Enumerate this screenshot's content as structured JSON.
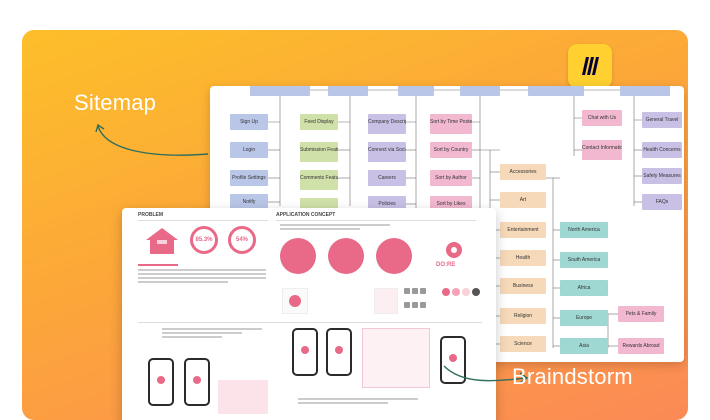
{
  "labels": {
    "sitemap": "Sitemap",
    "braindstorm": "Braindstorm"
  },
  "logo": {
    "name": "miro-logo",
    "color": "#ffd02f"
  },
  "colors": {
    "blue": "#b9c6e8",
    "green": "#cfe0a8",
    "purple": "#c9c0e6",
    "pink": "#f1b8cf",
    "peach": "#f5d9b8",
    "teal": "#9fd8d3",
    "accent_pink": "#e86a88"
  },
  "sitemap": {
    "col1": [
      "Sign Up",
      "Login",
      "Profile Settings",
      "Notify"
    ],
    "col2": [
      "Feed Display",
      "Submission Feature",
      "Comments Feature"
    ],
    "col3": [
      "Company Description",
      "Connect via Social Media",
      "Careers",
      "Policies"
    ],
    "col4": [
      "Sort by Time Posted",
      "Sort by Country",
      "Sort by Author",
      "Sort by Likes"
    ],
    "col5": [
      "Accessories",
      "Art",
      "Entertainment",
      "Health",
      "Business",
      "Religion",
      "Science"
    ],
    "col6": [
      "North America",
      "South America",
      "Africa",
      "Europe",
      "Asia"
    ],
    "col7": [
      "Chat with Us",
      "Contact Information",
      "Pets & Family",
      "Rewards Abroad"
    ],
    "col8": [
      "General Travel",
      "Health Concerns",
      "Safety Measures",
      "FAQs"
    ]
  },
  "braindstorm": {
    "problem_title": "PROBLEM",
    "concept_title": "APPLICATION CONCEPT",
    "stats": [
      "85.3%",
      "54%"
    ],
    "brand": "DO:RE"
  }
}
